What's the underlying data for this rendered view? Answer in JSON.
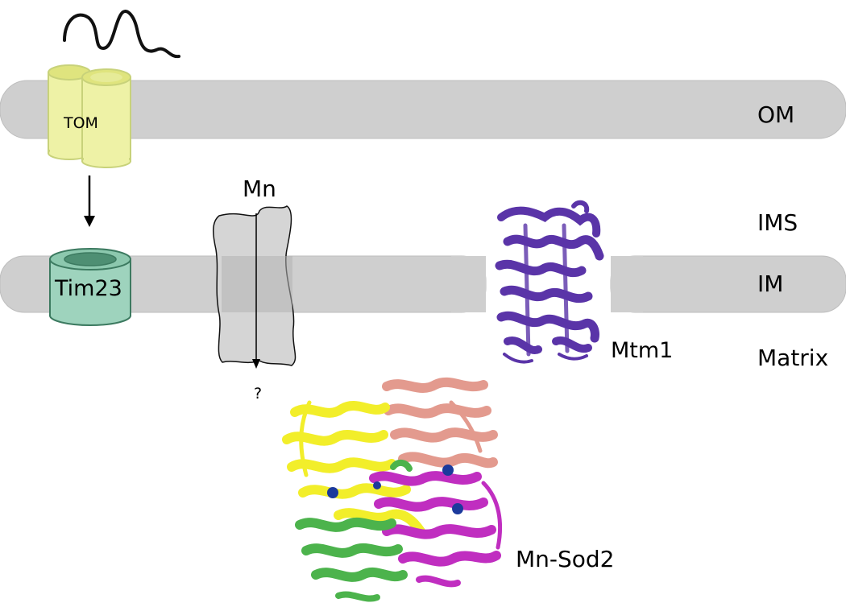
{
  "labels": {
    "om": "OM",
    "ims": "IMS",
    "im": "IM",
    "matrix": "Matrix",
    "tom": "TOM",
    "tim23": "Tim23",
    "mn": "Mn",
    "question": "?",
    "mtm1": "Mtm1",
    "mn_sod2": "Mn-Sod2"
  },
  "colors": {
    "membrane": "#cfcfcf",
    "tom": "#eef2a6",
    "tim23": "#9ed3bd",
    "mtm1": "#5a34a8",
    "sod2_yellow": "#f2ee2a",
    "sod2_salmon": "#e39a8e",
    "sod2_magenta": "#c02ec0",
    "sod2_green": "#4cb34c",
    "manganese": "#1c3a9c"
  },
  "icons": [
    "tom-complex-icon",
    "tim23-complex-icon",
    "transporter-icon",
    "mtm1-protein-icon",
    "sod2-protein-icon",
    "polypeptide-chain-icon"
  ]
}
